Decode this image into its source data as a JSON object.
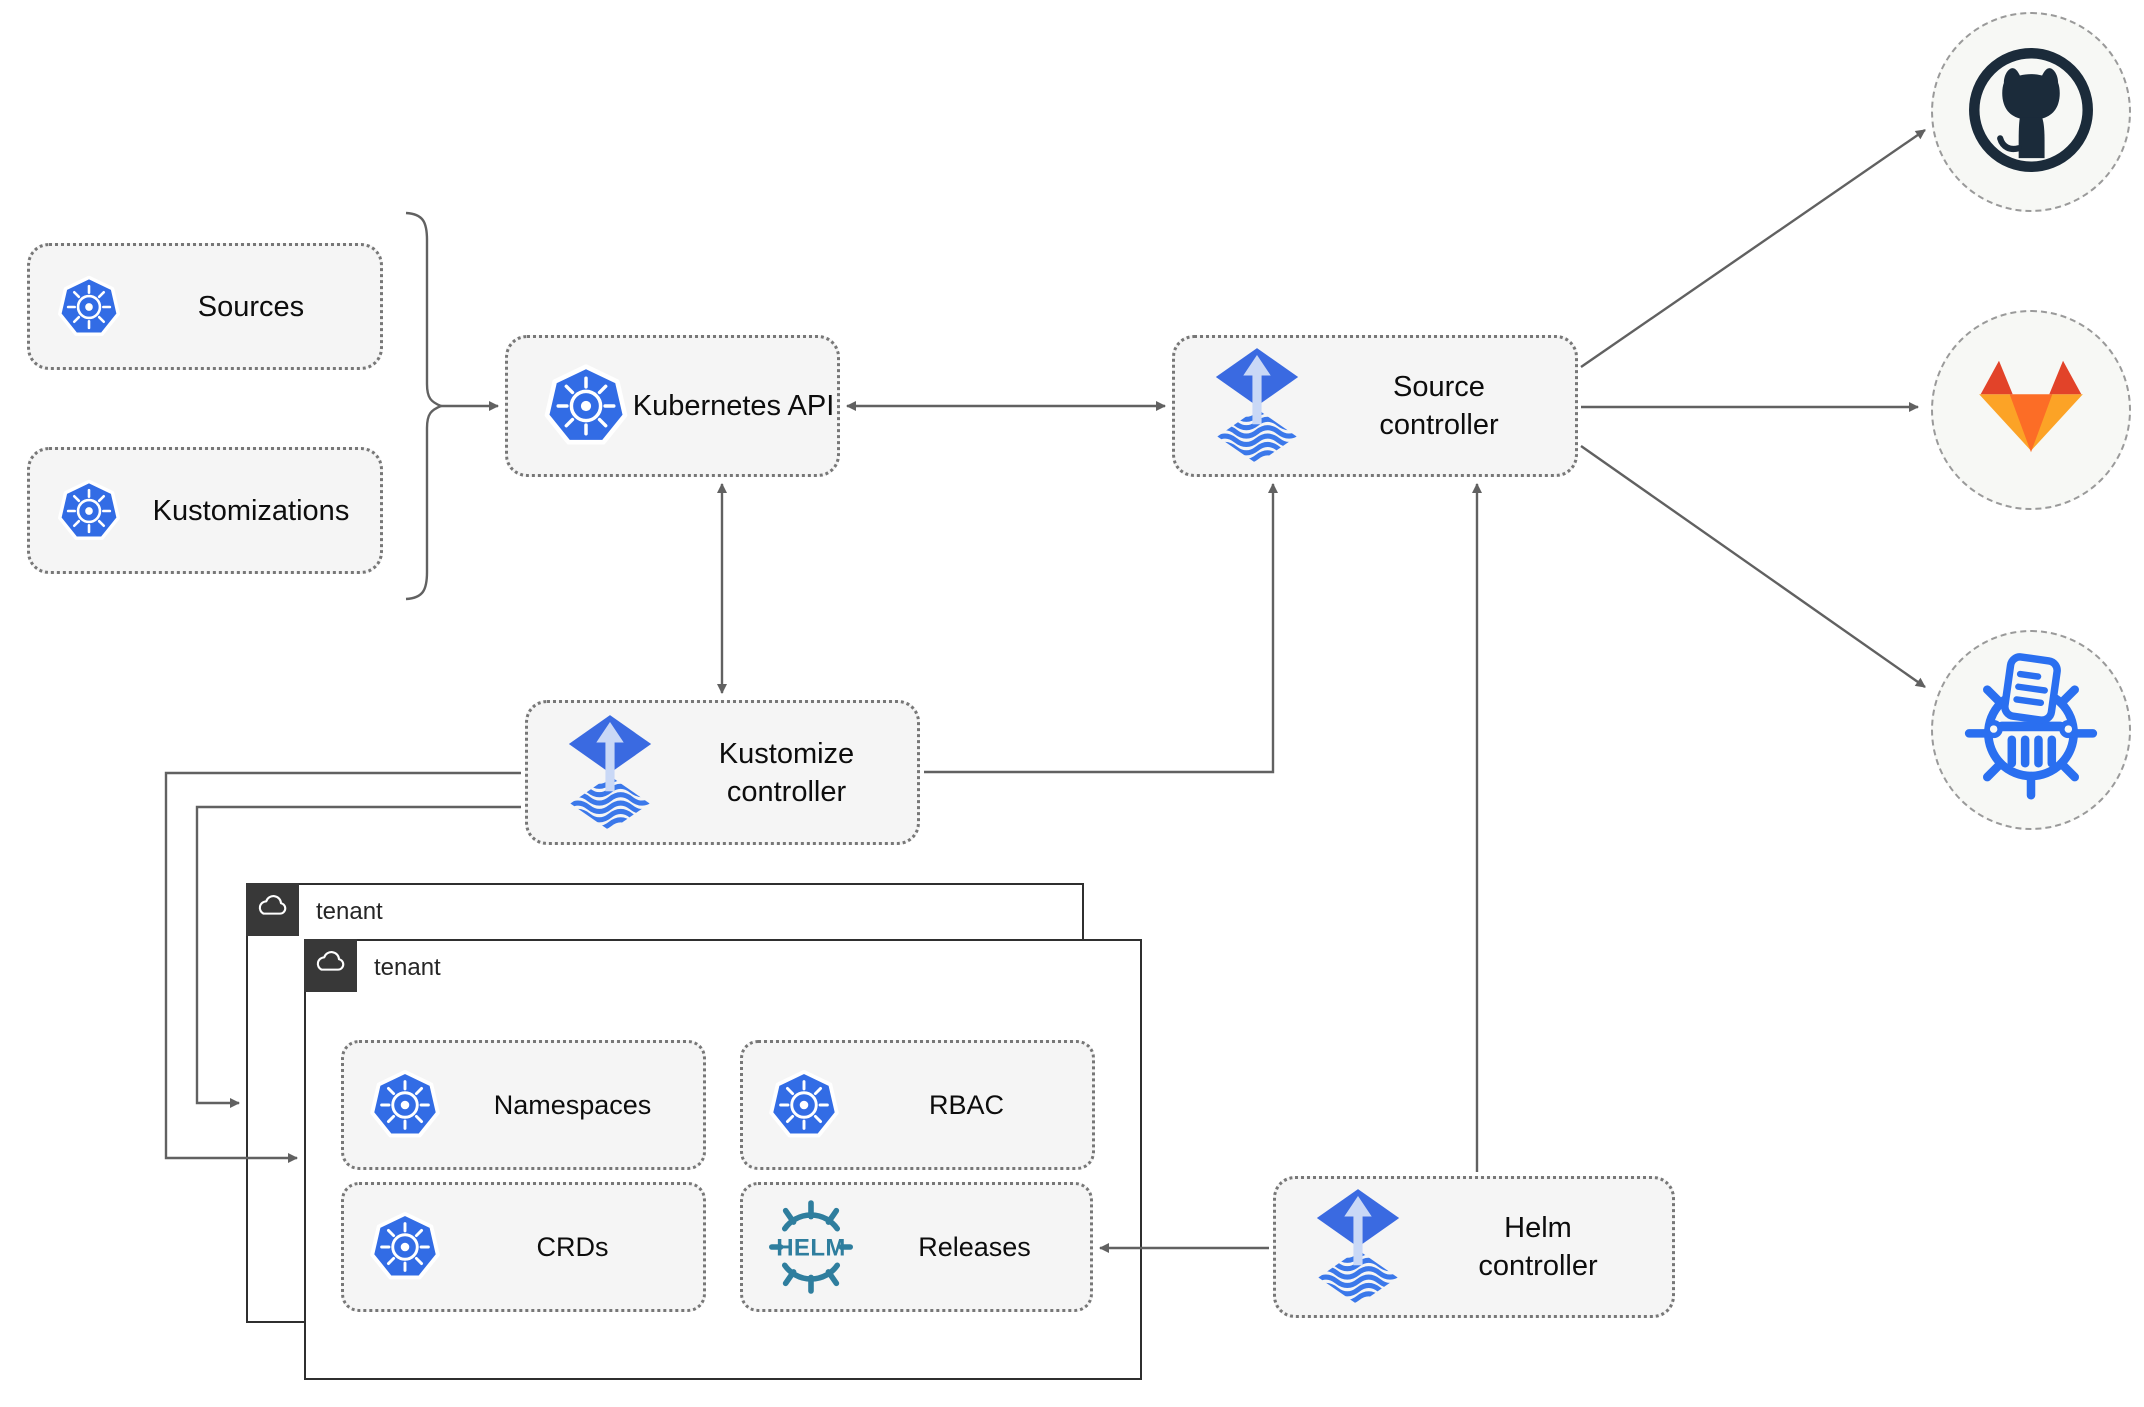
{
  "nodes": {
    "sources": {
      "label": "Sources"
    },
    "kustomizations": {
      "label": "Kustomizations"
    },
    "kubernetes_api": {
      "label": "Kubernetes API"
    },
    "source_controller": {
      "line1": "Source",
      "line2": "controller"
    },
    "kustomize_controller": {
      "line1": "Kustomize",
      "line2": "controller"
    },
    "helm_controller": {
      "line1": "Helm",
      "line2": "controller"
    },
    "tenant_outer": {
      "label": "tenant"
    },
    "tenant_inner": {
      "label": "tenant"
    },
    "namespaces": {
      "label": "Namespaces"
    },
    "rbac": {
      "label": "RBAC"
    },
    "crds": {
      "label": "CRDs"
    },
    "releases": {
      "label": "Releases",
      "logo_text": "HELM"
    }
  },
  "icons": {
    "kubernetes": "kubernetes-wheel",
    "flux": "flux-diamond",
    "helm": "helm-wheel",
    "github": "github-octocat",
    "gitlab": "gitlab-tanuki",
    "chartmuseum": "chartmuseum-column",
    "cloud": "cloud-outline"
  },
  "edges": [
    {
      "from": "sources+kustomizations",
      "to": "kubernetes_api",
      "style": "brace-arrow"
    },
    {
      "from": "kubernetes_api",
      "to": "source_controller",
      "style": "double-arrow"
    },
    {
      "from": "kubernetes_api",
      "to": "kustomize_controller",
      "style": "double-arrow"
    },
    {
      "from": "kustomize_controller",
      "to": "source_controller",
      "style": "arrow"
    },
    {
      "from": "helm_controller",
      "to": "source_controller",
      "style": "arrow"
    },
    {
      "from": "helm_controller",
      "to": "releases",
      "style": "arrow"
    },
    {
      "from": "kustomize_controller",
      "to": "tenant_inner",
      "style": "arrow"
    },
    {
      "from": "kustomize_controller",
      "to": "tenant_outer",
      "style": "arrow"
    },
    {
      "from": "source_controller",
      "to": "github",
      "style": "arrow"
    },
    {
      "from": "source_controller",
      "to": "gitlab",
      "style": "arrow"
    },
    {
      "from": "source_controller",
      "to": "chartmuseum",
      "style": "arrow"
    }
  ],
  "colors": {
    "kubernetes_blue": "#326CE5",
    "flux_blue": "#3A6AE1",
    "helm_teal": "#2F7E9E",
    "chartmuseum_blue": "#2A6FF0",
    "github_dark": "#1B2B3A",
    "gitlab_red": "#E24329",
    "gitlab_orange": "#FC6D26",
    "gitlab_amber": "#FCA326",
    "wire_gray": "#616161",
    "node_fill": "#F5F5F5",
    "tenant_border": "#2F2F2F"
  }
}
